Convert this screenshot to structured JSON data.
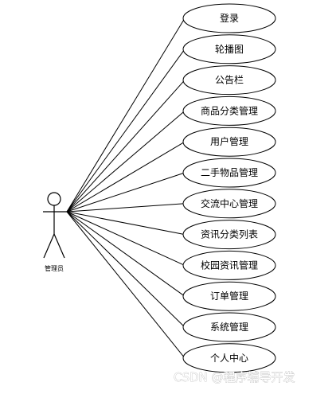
{
  "actor": {
    "label": "管理员"
  },
  "use_cases": [
    "登录",
    "轮播图",
    "公告栏",
    "商品分类管理",
    "用户管理",
    "二手物品管理",
    "交流中心管理",
    "资讯分类列表",
    "校园资讯管理",
    "订单管理",
    "系统管理",
    "个人中心"
  ],
  "watermark": "CSDN @程序辅导开发"
}
